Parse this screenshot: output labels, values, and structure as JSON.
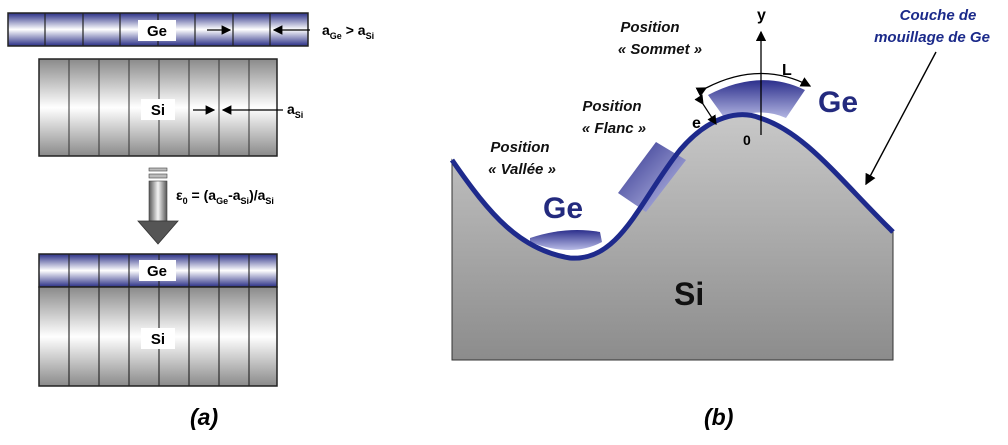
{
  "panel_a": {
    "top_layer_label": "Ge",
    "ge_relation_a": "a",
    "ge_relation_a_sub": "Ge",
    "ge_relation_mid": " > a",
    "ge_relation_b_sub": "Si",
    "substrate_label": "Si",
    "si_param": "a",
    "si_param_sub": "Si",
    "strain_eps": "ε",
    "strain_eps_sub": "0",
    "strain_eq": " = (a",
    "strain_ge_sub": "Ge",
    "strain_dash": "-a",
    "strain_si_sub": "Si",
    "strain_close": ")/a",
    "strain_si_sub2": "Si",
    "bottom_top_label": "Ge",
    "bottom_sub_label": "Si",
    "caption": "(a)"
  },
  "panel_b": {
    "axis_y": "y",
    "axis_origin": "0",
    "axis_L": "L",
    "thickness_e": "e",
    "ge_top": "Ge",
    "ge_valley": "Ge",
    "substrate": "Si",
    "pos_sommet_1": "Position",
    "pos_sommet_2": "« Sommet »",
    "pos_flanc_1": "Position",
    "pos_flanc_2": "« Flanc »",
    "pos_vallee_1": "Position",
    "pos_vallee_2": "« Vallée »",
    "wetting_1": "Couche de",
    "wetting_2": "mouillage de Ge",
    "caption": "(b)"
  },
  "colors": {
    "ge_blue": "#2a2f8a",
    "wave_blue": "#1e2a8c",
    "text_blue": "#1b2a8a",
    "si_grey": "#a9a9a9"
  }
}
